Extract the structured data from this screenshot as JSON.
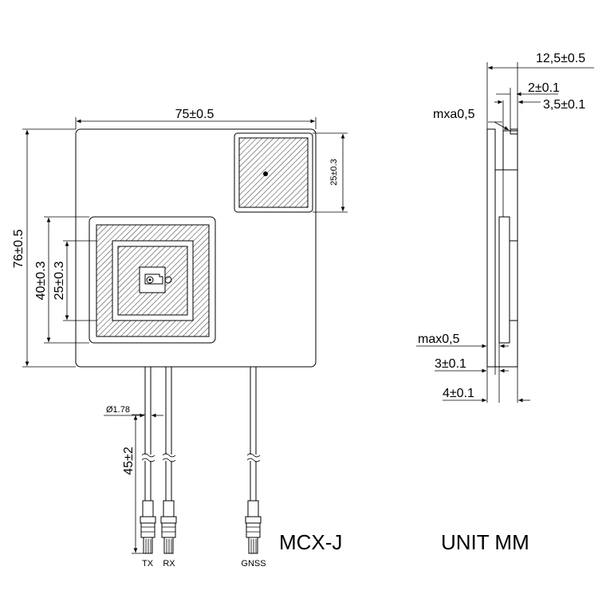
{
  "front_view": {
    "width_dim": "75±0.5",
    "height_dim": "76±0.5",
    "small_patch_dim": "25±0.3",
    "large_patch_outer_dim": "40±0.3",
    "large_patch_inner_dim": "25±0.3",
    "cable_diameter": "Ø1.78",
    "cable_length": "45±2",
    "connector_labels": {
      "tx": "TX",
      "rx": "RX",
      "gnss": "GNSS"
    },
    "connector_type": "MCX-J"
  },
  "side_view": {
    "total_thickness": "12,5±0.5",
    "dim_2": "2±0.1",
    "dim_35": "3,5±0.1",
    "max_top": "mxa0,5",
    "max_bottom": "max0,5",
    "dim_3": "3±0.1",
    "dim_4": "4±0.1"
  },
  "unit_label": "UNIT MM"
}
